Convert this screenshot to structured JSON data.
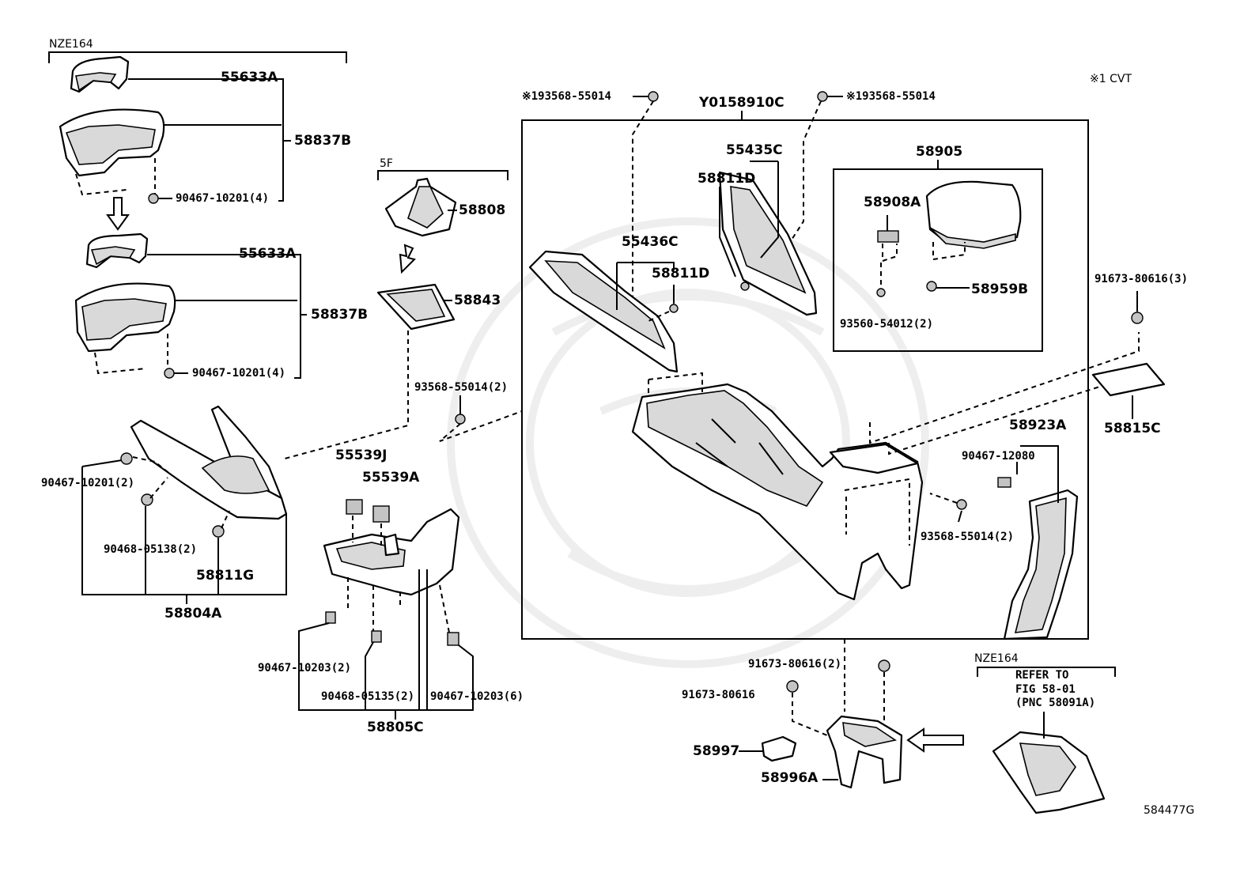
{
  "header": {
    "note_cvt": "※1 CVT",
    "diagram_id": "584477G",
    "note_nze164_top": "NZE164",
    "note_5f": "5F",
    "note_nze164_bottom": "NZE164"
  },
  "refer_note": {
    "line1": "REFER TO",
    "line2": "FIG 58-01",
    "line3": "(PNC 58091A)"
  },
  "labels": {
    "p55633A_1": "55633A",
    "p58837B_1": "58837B",
    "p90467_10201_4a": "90467-10201(4)",
    "p55633A_2": "55633A",
    "p58837B_2": "58837B",
    "p90467_10201_4b": "90467-10201(4)",
    "p90467_10201_2": "90467-10201(2)",
    "p90468_05138_2": "90468-05138(2)",
    "p58811G": "58811G",
    "p58804A": "58804A",
    "p58808": "58808",
    "p58843": "58843",
    "p93568_55014_2a": "93568-55014(2)",
    "p55539J": "55539J",
    "p55539A": "55539A",
    "p90467_10203_2": "90467-10203(2)",
    "p90468_05135_2": "90468-05135(2)",
    "p90467_10203_6": "90467-10203(6)",
    "p58805C": "58805C",
    "p193568_left": "※193568-55014",
    "p193568_right": "※193568-55014",
    "pY0158910C": "Y0158910C",
    "p55435C": "55435C",
    "p58811D_a": "58811D",
    "p55436C": "55436C",
    "p58811D_b": "58811D",
    "p58905": "58905",
    "p58908A": "58908A",
    "p58959B": "58959B",
    "p93560_54012_2": "93560-54012(2)",
    "p91673_80616_3": "91673-80616(3)",
    "p58815C": "58815C",
    "p58923A": "58923A",
    "p90467_12080": "90467-12080",
    "p93568_55014_2b": "93568-55014(2)",
    "p91673_80616_2": "91673-80616(2)",
    "p91673_80616": "91673-80616",
    "p58997": "58997",
    "p58996A": "58996A"
  }
}
